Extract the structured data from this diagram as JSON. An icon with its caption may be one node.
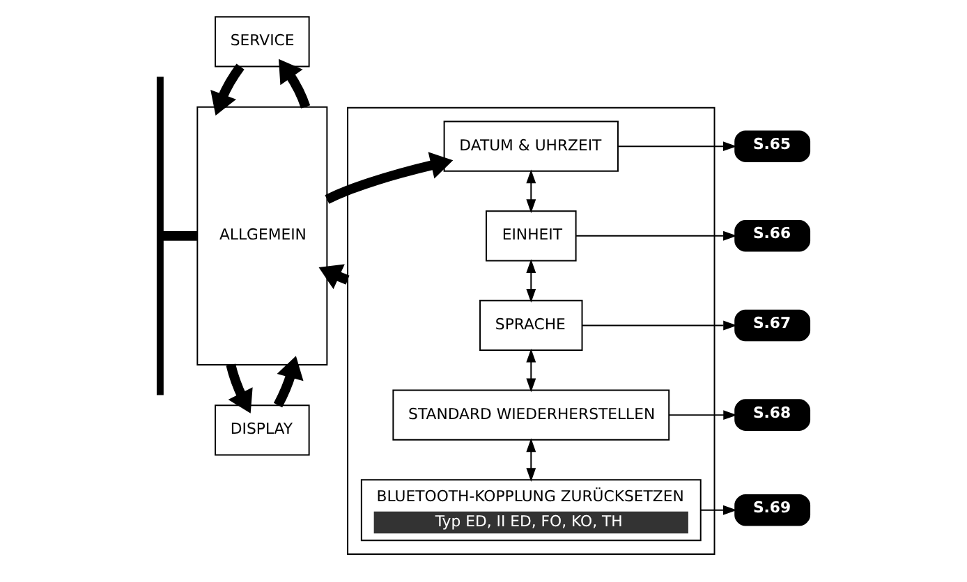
{
  "diagram": {
    "nodes": [
      {
        "text": [
          "DISPLAY"
        ]
      },
      {
        "text": [
          "ALLGEMEIN"
        ]
      },
      {
        "text": [
          "SERVICE"
        ]
      },
      {
        "text": [],
        "shape": "box"
      },
      {
        "text": [
          "DATUM & UHRZEIT"
        ],
        "in": 3
      },
      {
        "text": [
          "EINHEIT"
        ],
        "in": 3
      },
      {
        "text": [
          "SPRACHE"
        ],
        "in": 3
      },
      {
        "text": [
          "STANDARD WIEDERHERSTELLEN"
        ],
        "in": 3
      },
      {
        "text": [
          "BLUETOOTH-KOPPLUNG ZURÜCKSETZEN",
          "Typ ED, II ED, FO, KO, TH"
        ],
        "in": 3
      },
      {
        "text": [
          "S.65"
        ]
      },
      {
        "text": [
          "S.66"
        ]
      },
      {
        "text": [
          "S.67"
        ]
      },
      {
        "text": [
          "S.68"
        ]
      },
      {
        "text": [
          "S.69"
        ]
      },
      {
        "text": [],
        "shape": "bar"
      }
    ],
    "edges": [
      {
        "from": 0,
        "to": 1,
        "arrow": "to",
        "style": "thick"
      },
      {
        "from": 1,
        "to": 0,
        "arrow": "to",
        "style": "thick"
      },
      {
        "from": 1,
        "to": 2,
        "arrow": "to",
        "style": "thick"
      },
      {
        "from": 2,
        "to": 1,
        "arrow": "to",
        "style": "thick"
      },
      {
        "from": 1,
        "to": 4,
        "arrow": "to",
        "style": "thick"
      },
      {
        "from": 3,
        "to": 1,
        "arrow": "to",
        "style": "thick"
      },
      {
        "from": 1,
        "to": 14,
        "arrow": "none",
        "style": "thick"
      },
      {
        "from": 4,
        "to": 5,
        "arrow": "both"
      },
      {
        "from": 5,
        "to": 6,
        "arrow": "both"
      },
      {
        "from": 6,
        "to": 7,
        "arrow": "both"
      },
      {
        "from": 7,
        "to": 8,
        "arrow": "both"
      },
      {
        "from": 4,
        "to": 9,
        "arrow": "to"
      },
      {
        "from": 5,
        "to": 10,
        "arrow": "to"
      },
      {
        "from": 6,
        "to": 11,
        "arrow": "to"
      },
      {
        "from": 7,
        "to": 12,
        "arrow": "to"
      },
      {
        "from": 8,
        "to": 13,
        "arrow": "to"
      }
    ]
  }
}
